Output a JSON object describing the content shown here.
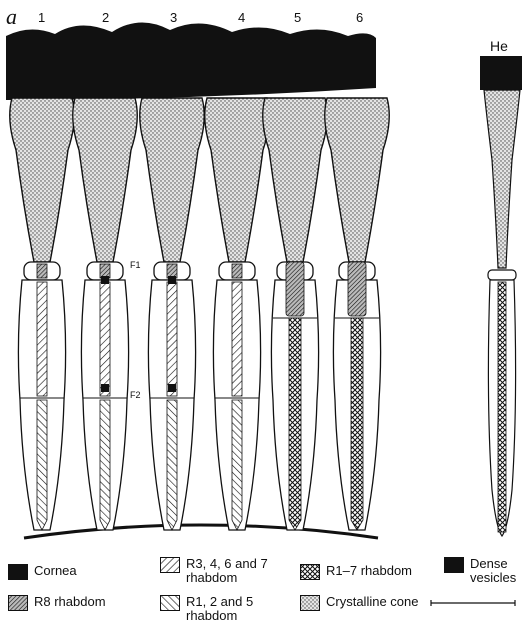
{
  "figure": {
    "panel_letter": "a",
    "ommatidia_numbers": [
      "1",
      "2",
      "3",
      "4",
      "5",
      "6"
    ],
    "he_label": "He",
    "f1_label": "F1",
    "f2_label": "F2"
  },
  "legend": {
    "cornea": "Cornea",
    "r3467": "R3, 4, 6 and 7\nrhabdom",
    "r17": "R1–7 rhabdom",
    "dense": "Dense\nvesicles",
    "r8": "R8 rhabdom",
    "r125": "R1, 2 and 5\nrhabdom",
    "cone": "Crystalline cone"
  },
  "colors": {
    "ink": "#111111",
    "paper": "#ffffff"
  }
}
